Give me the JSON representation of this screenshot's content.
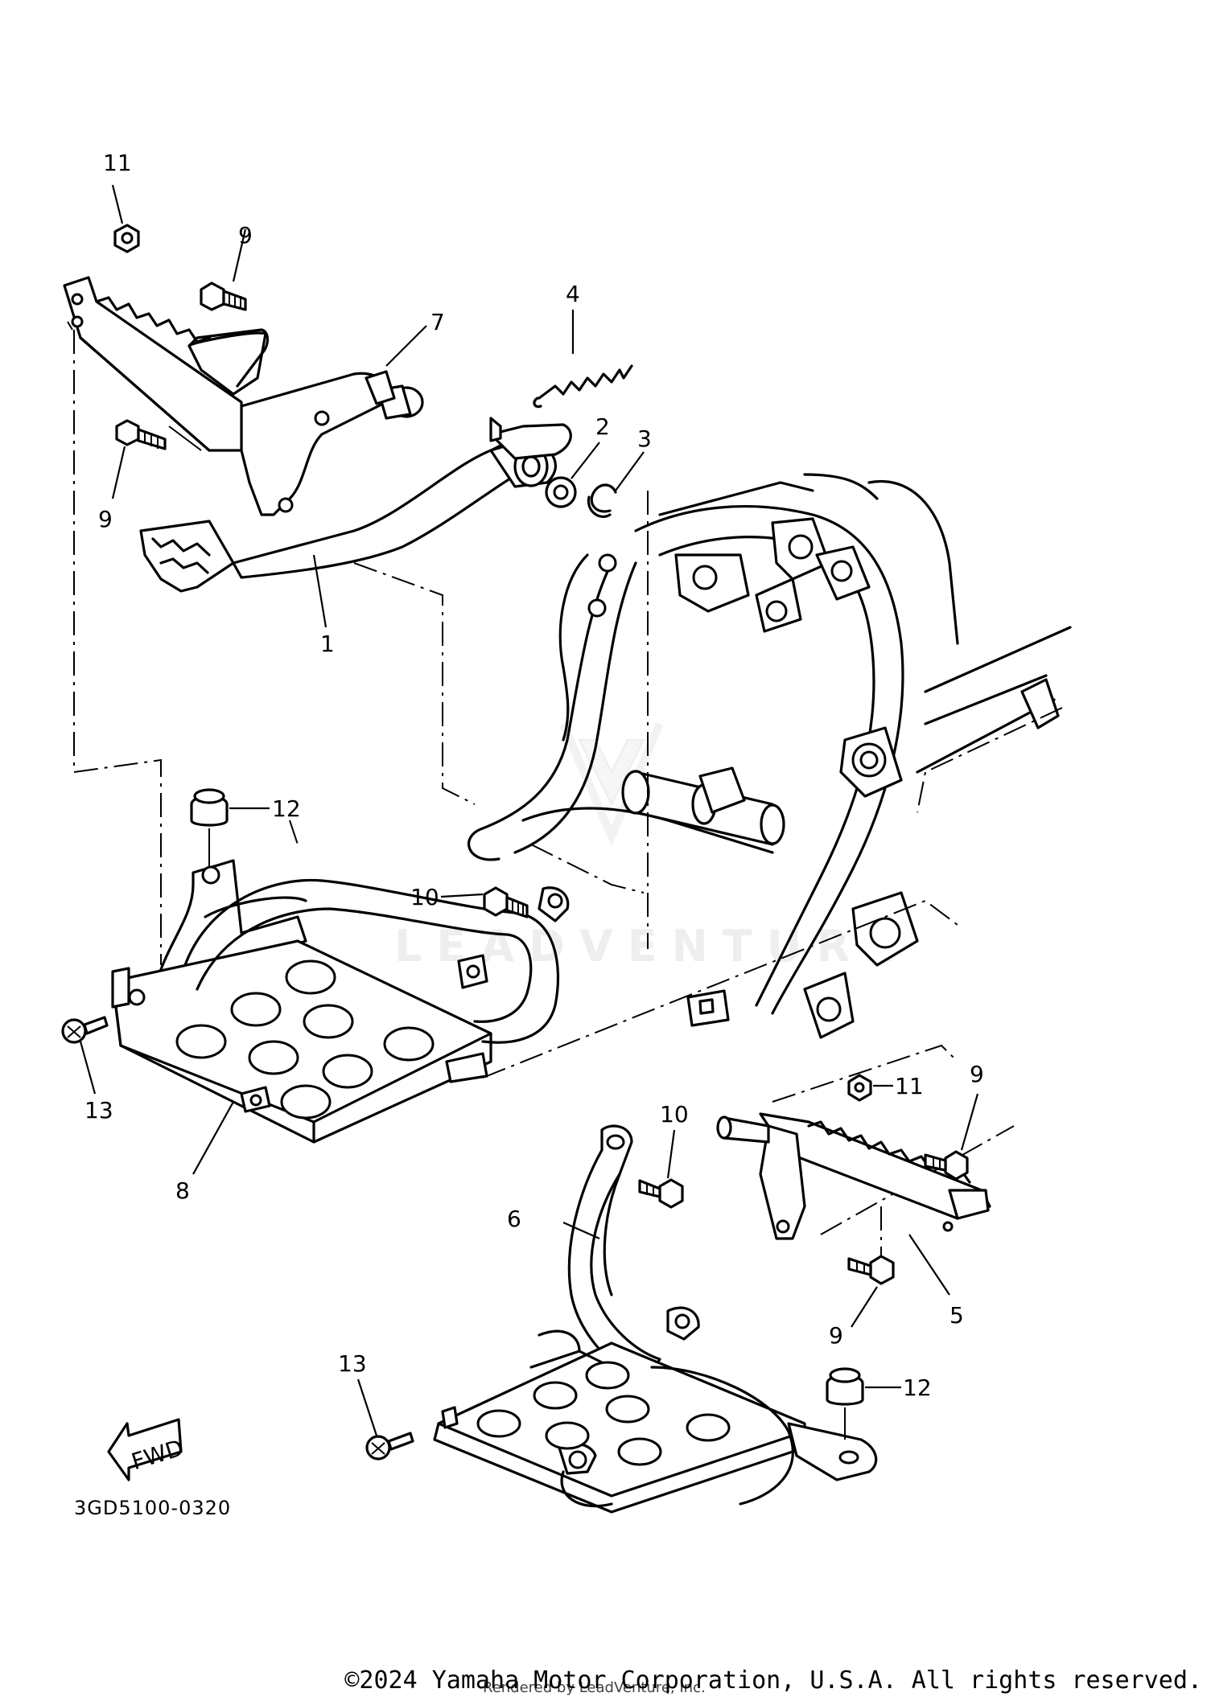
{
  "diagram": {
    "callouts": {
      "c1": "1",
      "c2": "2",
      "c3": "3",
      "c4": "4",
      "c5": "5",
      "c6": "6",
      "c7": "7",
      "c8": "8",
      "c9a": "9",
      "c9b": "9",
      "c9c": "9",
      "c9d": "9",
      "c10a": "10",
      "c10b": "10",
      "c11a": "11",
      "c11b": "11",
      "c12a": "12",
      "c12b": "12",
      "c13a": "13",
      "c13b": "13"
    },
    "fwd_label": "FWD",
    "drawing_code": "3GD5100-0320",
    "watermark": "LEADVENTURE"
  },
  "footer": {
    "copyright": "©2024 Yamaha Motor Corporation, U.S.A. All rights reserved.",
    "rendered_by": "Rendered by LeadVenture, Inc."
  }
}
